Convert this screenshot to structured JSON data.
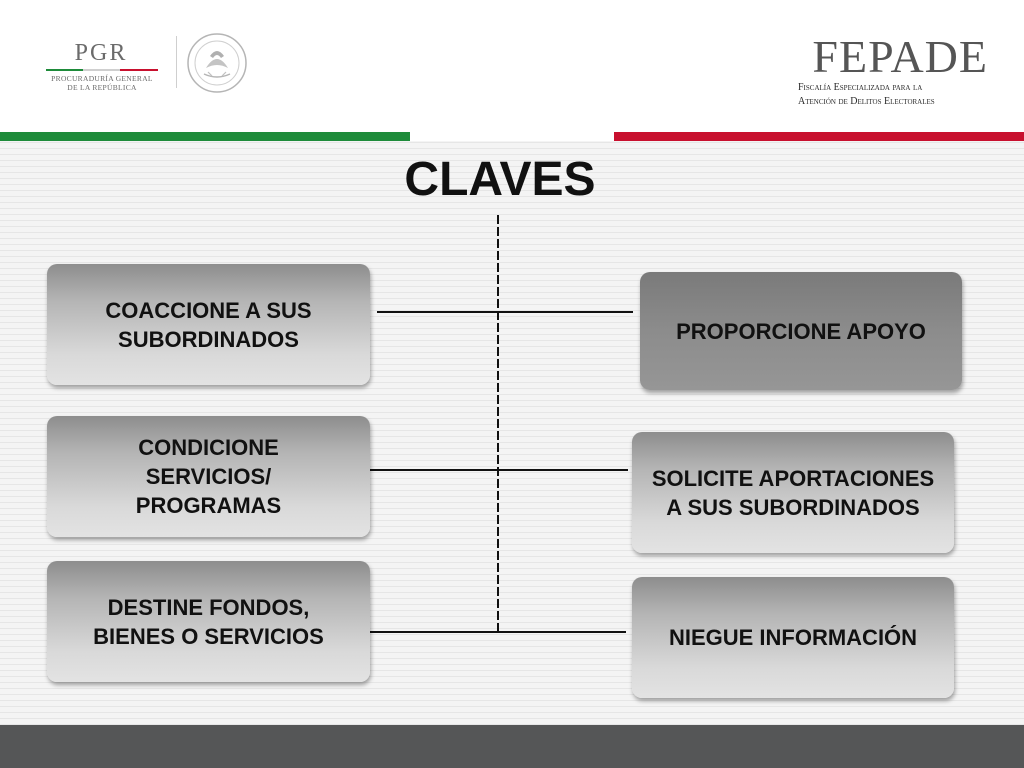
{
  "header": {
    "pgr": {
      "title": "PGR",
      "subtitle_line1": "PROCURADURÍA GENERAL",
      "subtitle_line2": "DE LA REPÚBLICA"
    },
    "fepade": {
      "title": "FEPADE",
      "subtitle_line1": "Fiscalía Especializada para la",
      "subtitle_line2": "Atención de Delitos Electorales"
    }
  },
  "diagram": {
    "title": "CLAVES",
    "left_boxes": [
      {
        "label": "COACCIONE A SUS SUBORDINADOS"
      },
      {
        "label": "CONDICIONE SERVICIOS/ PROGRAMAS"
      },
      {
        "label": "DESTINE FONDOS, BIENES O SERVICIOS"
      }
    ],
    "right_boxes": [
      {
        "label": "PROPORCIONE APOYO"
      },
      {
        "label": "SOLICITE APORTACIONES A SUS SUBORDINADOS"
      },
      {
        "label": "NIEGUE INFORMACIÓN"
      }
    ]
  },
  "colors": {
    "stripe_green": "#1e8b3a",
    "stripe_red": "#c8102e",
    "footer": "#555657"
  },
  "icons": [
    "mexican-coat-of-arms-seal"
  ]
}
